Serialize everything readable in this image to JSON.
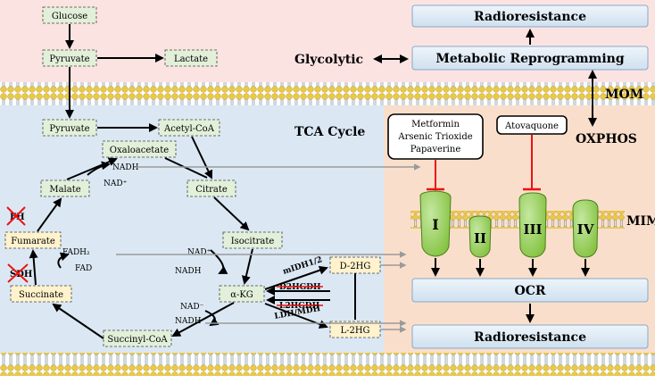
{
  "metabolites": {
    "glucose": "Glucose",
    "pyruvate_top": "Pyruvate",
    "lactate": "Lactate",
    "pyruvate_mito": "Pyruvate",
    "acetyl_coa": "Acetyl-CoA",
    "oxaloacetate": "Oxaloacetate",
    "citrate": "Citrate",
    "malate": "Malate",
    "isocitrate": "Isocitrate",
    "fumarate": "Fumarate",
    "succinate": "Succinate",
    "akg": "α-KG",
    "succinyl_coa": "Succinyl-CoA",
    "d2hg": "D-2HG",
    "l2hg": "L-2HG"
  },
  "cofactors": {
    "nadh_top": "NADH",
    "nad_top": "NAD⁺",
    "fadh2": "FADH₂",
    "fad": "FAD",
    "nad_iso": "NAD⁺",
    "nadh_iso": "NADH",
    "nad_akg": "NAD⁻",
    "nadh_akg": "NADH"
  },
  "enzymes": {
    "fh": "FH",
    "sdh": "SDH",
    "midh": "mIDH1/2",
    "d2hgdh": "D2HGDH",
    "l2hgdh": "L2HGDH",
    "ldh_mdh": "LDH/MDH"
  },
  "labels": {
    "tca_cycle": "TCA Cycle",
    "glycolytic": "Glycolytic",
    "oxphos": "OXPHOS",
    "mom": "MOM",
    "mim": "MIM"
  },
  "boxes": {
    "radioresistance_top": "Radioresistance",
    "metabolic_reprogramming": "Metabolic Reprogramming",
    "ocr": "OCR",
    "radioresistance_bottom": "Radioresistance"
  },
  "drugs": {
    "line1": "Metformin",
    "line2": "Arsenic Trioxide",
    "line3": "Papaverine",
    "atovaquone": "Atovaquone"
  },
  "complexes": {
    "c1": "I",
    "c2": "II",
    "c3": "III",
    "c4": "IV"
  },
  "colors": {
    "cytosol_bg": "#fbe3e2",
    "matrix_bg": "#dbe8f4",
    "ims_bg": "#f9dfcb",
    "membrane_head": "#ebc946",
    "complex_green": "#92d050",
    "inhibitor_red": "#e11111",
    "enzyme_red": "#c00000"
  }
}
